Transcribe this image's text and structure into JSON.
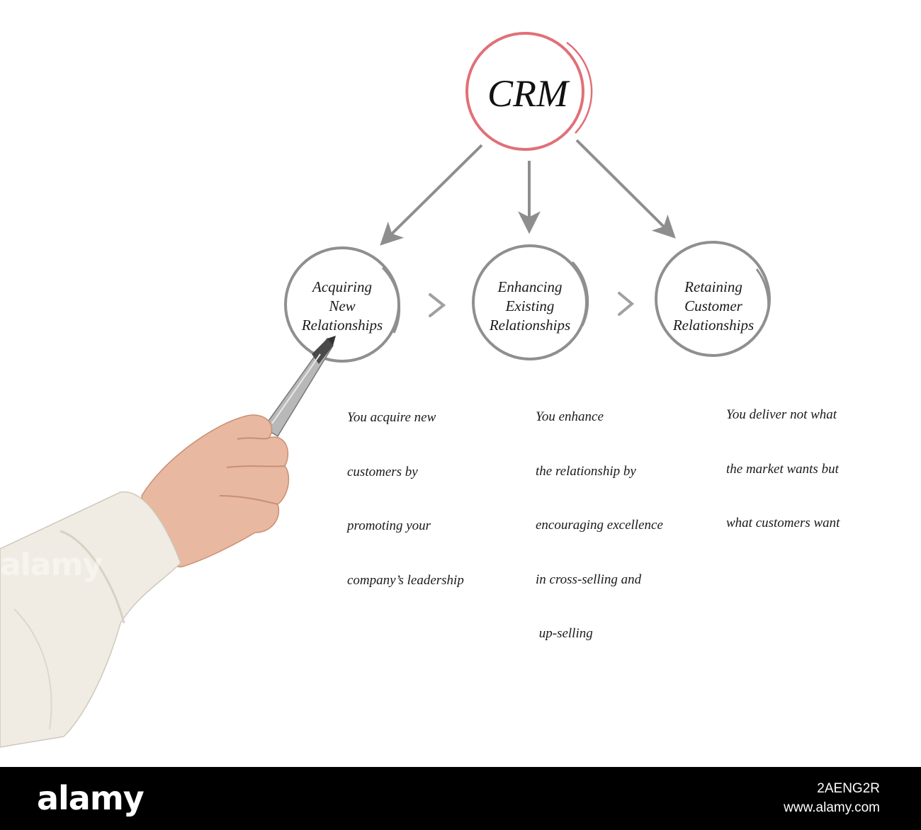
{
  "diagram": {
    "root": {
      "label": "CRM"
    },
    "nodes": [
      {
        "id": "acquiring",
        "lines": [
          "Acquiring",
          "New",
          "Relationships"
        ]
      },
      {
        "id": "enhancing",
        "lines": [
          "Enhancing",
          "Existing",
          "Relationships"
        ]
      },
      {
        "id": "retaining",
        "lines": [
          "Retaining",
          "Customer",
          "Relationships"
        ]
      }
    ],
    "descriptions": [
      {
        "for": "acquiring",
        "lines": [
          "You acquire new",
          "customers by",
          "promoting your",
          "company’s leadership"
        ]
      },
      {
        "for": "enhancing",
        "lines": [
          "You enhance",
          "the relationship by",
          "encouraging excellence",
          "in cross-selling and",
          " up-selling"
        ]
      },
      {
        "for": "retaining",
        "lines": [
          "You deliver not what",
          "the market wants but",
          "what customers want"
        ]
      }
    ],
    "colors": {
      "root_ring": "#e07078",
      "node_ring": "#8f8f8f",
      "arrow": "#8e8e8e",
      "chevron": "#a0a0a0"
    }
  },
  "footer": {
    "brand": "alamy",
    "image_id": "2AENG2R",
    "site": "www.alamy.com",
    "watermark": "alamy"
  }
}
